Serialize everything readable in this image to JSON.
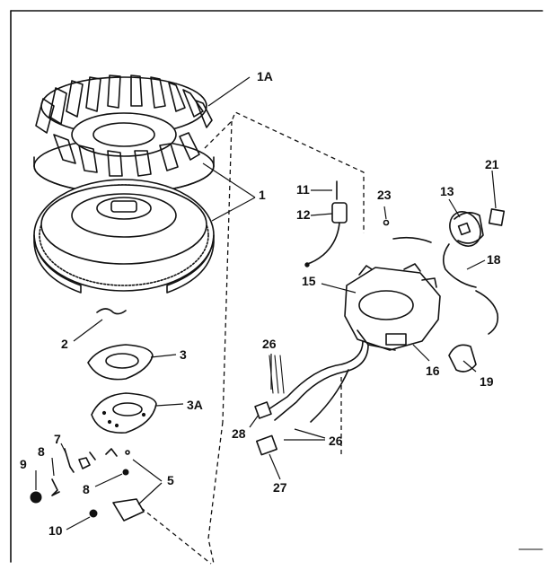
{
  "diagram": {
    "callouts": [
      {
        "id": "1A",
        "text": "1A"
      },
      {
        "id": "1",
        "text": "1"
      },
      {
        "id": "11",
        "text": "11"
      },
      {
        "id": "12",
        "text": "12"
      },
      {
        "id": "23",
        "text": "23"
      },
      {
        "id": "13",
        "text": "13"
      },
      {
        "id": "21",
        "text": "21"
      },
      {
        "id": "18",
        "text": "18"
      },
      {
        "id": "15",
        "text": "15"
      },
      {
        "id": "2",
        "text": "2"
      },
      {
        "id": "3",
        "text": "3"
      },
      {
        "id": "3A",
        "text": "3A"
      },
      {
        "id": "26a",
        "text": "26"
      },
      {
        "id": "16",
        "text": "16"
      },
      {
        "id": "19",
        "text": "19"
      },
      {
        "id": "28",
        "text": "28"
      },
      {
        "id": "26b",
        "text": "26"
      },
      {
        "id": "27",
        "text": "27"
      },
      {
        "id": "9",
        "text": "9"
      },
      {
        "id": "8a",
        "text": "8"
      },
      {
        "id": "7",
        "text": "7"
      },
      {
        "id": "8b",
        "text": "8"
      },
      {
        "id": "5",
        "text": "5"
      },
      {
        "id": "10",
        "text": "10"
      }
    ]
  }
}
